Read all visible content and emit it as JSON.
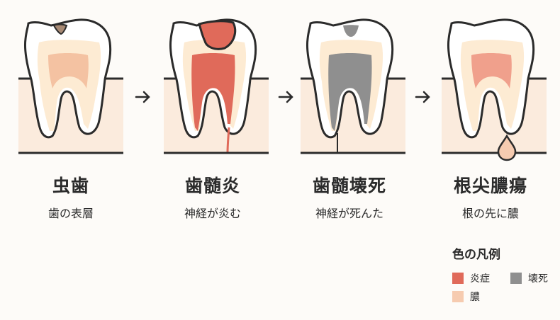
{
  "stages": [
    {
      "title": "虫歯",
      "subtitle": "歯の表層",
      "state": "caries"
    },
    {
      "title": "歯髄炎",
      "subtitle": "神経が炎む",
      "state": "pulpitis"
    },
    {
      "title": "歯髄壊死",
      "subtitle": "神経が死んた",
      "state": "necrosis"
    },
    {
      "title": "根尖膿瘍",
      "subtitle": "根の先に膿",
      "state": "abscess"
    }
  ],
  "arrows": [
    "arrow-right-icon",
    "arrow-right-icon",
    "arrow-right-icon"
  ],
  "legend": {
    "title": "色の凡例",
    "items": [
      {
        "label": "炎症",
        "color": "#e06a5a"
      },
      {
        "label": "壊死",
        "color": "#8f8f8f"
      },
      {
        "label": "膿",
        "color": "#f6cbb0"
      }
    ]
  },
  "colors": {
    "outline": "#2b2b2b",
    "enamel": "#ffffff",
    "dentin": "#fdebd3",
    "pulp_healthy": "#f4c2a2",
    "inflamed": "#e06a5a",
    "necrotic": "#8f8f8f",
    "abscess_pulp": "#f0a08c",
    "pus": "#f6cbb0",
    "bone": "#fbebdd",
    "caries": "#a88a74"
  }
}
